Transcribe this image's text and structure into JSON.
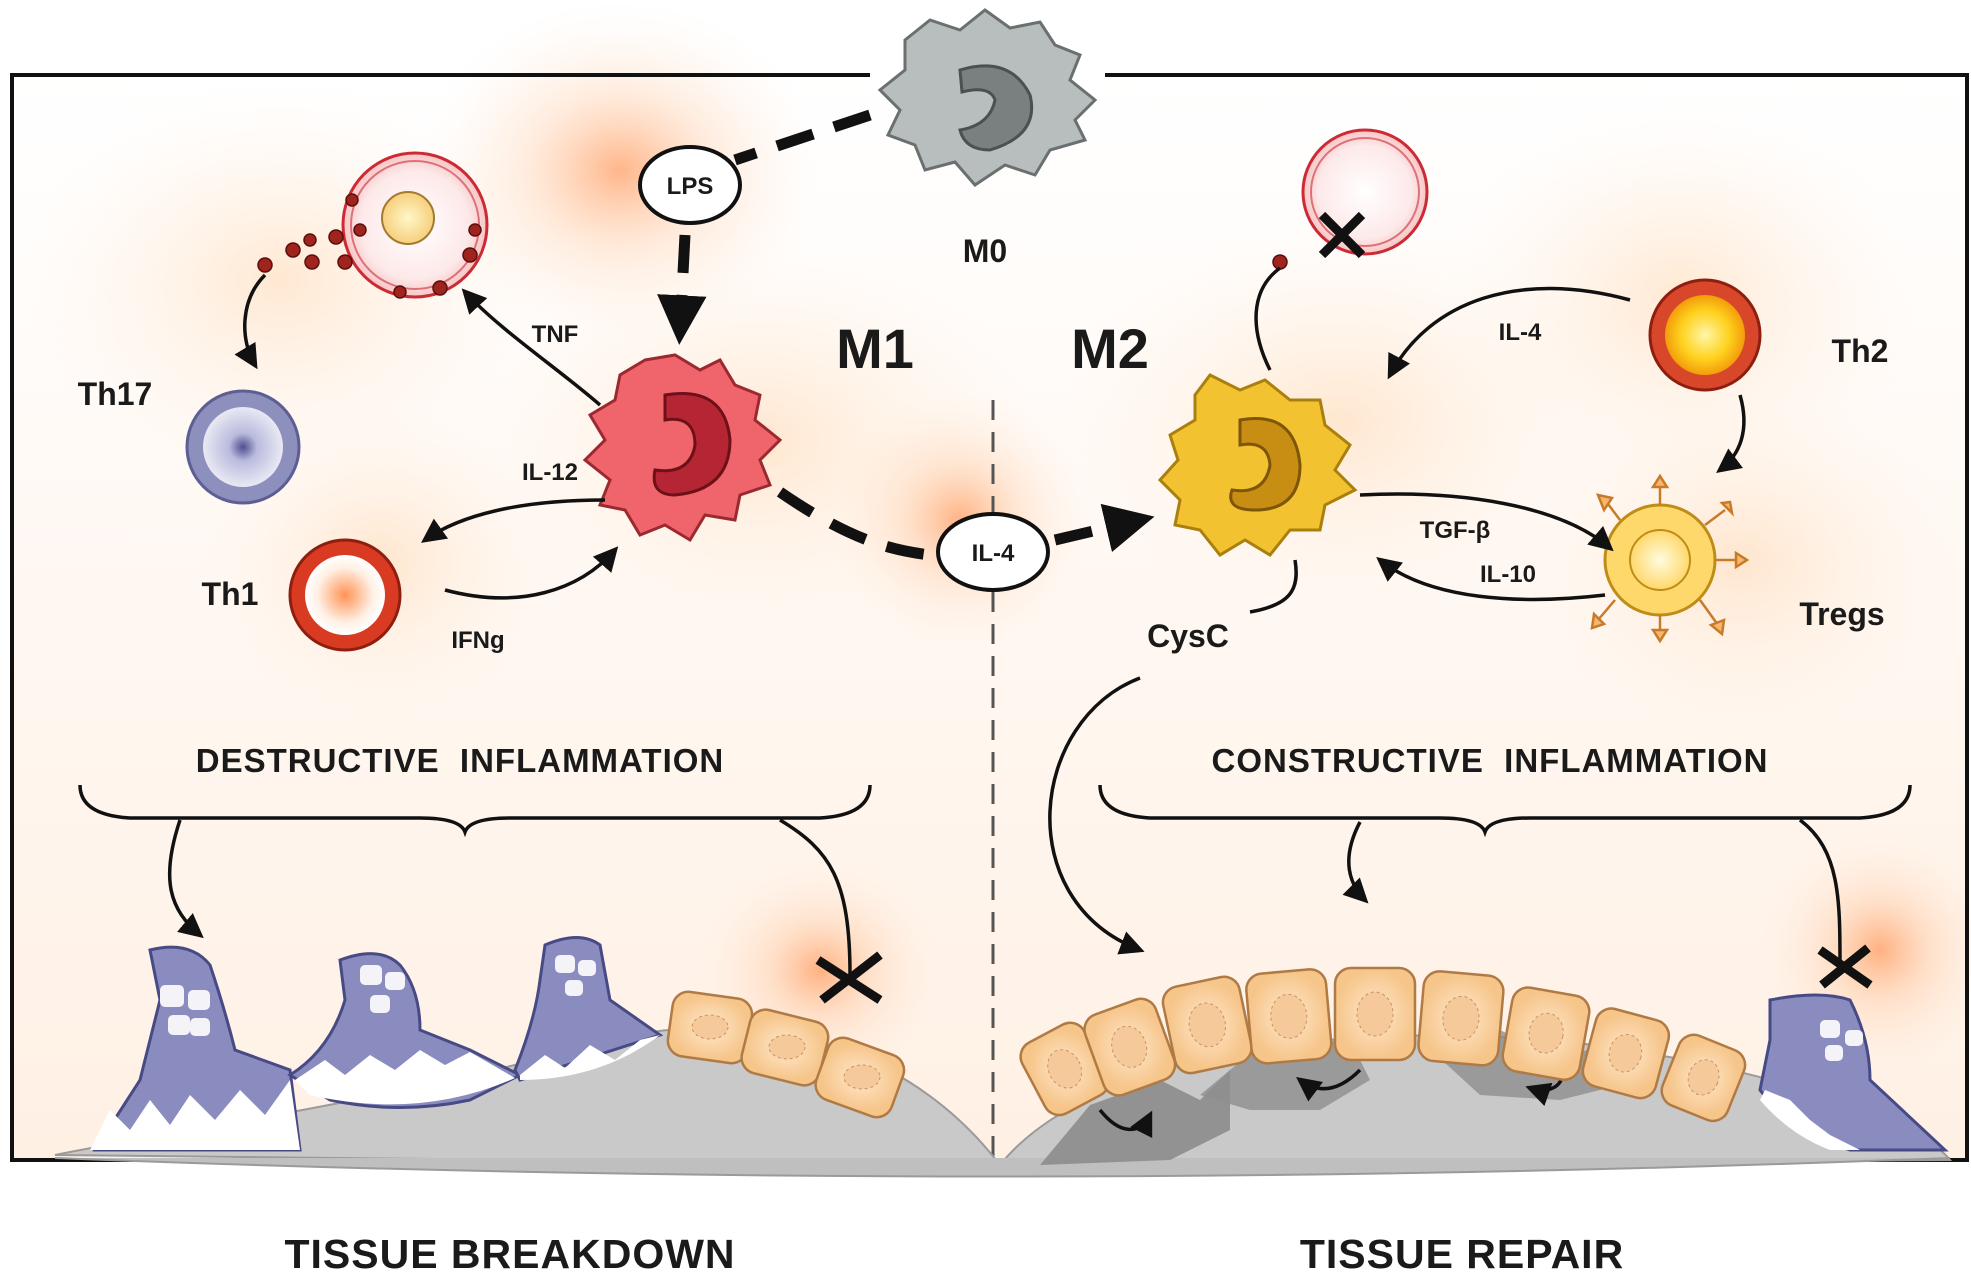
{
  "cells": {
    "m0": "M0",
    "m1": "M1",
    "m2": "M2",
    "th17": "Th17",
    "th1": "Th1",
    "th2": "Th2",
    "tregs": "Tregs"
  },
  "signals": {
    "lps": "LPS",
    "il4_center": "IL-4",
    "tnf": "TNF",
    "il12": "IL-12",
    "ifng": "IFNg",
    "il4_th2": "IL-4",
    "tgfb": "TGF-β",
    "il10": "IL-10",
    "cysc": "CysC"
  },
  "headings": {
    "destructive": "DESTRUCTIVE  INFLAMMATION",
    "constructive": "CONSTRUCTIVE  INFLAMMATION"
  },
  "footer": {
    "left": "TISSUE BREAKDOWN",
    "right": "TISSUE REPAIR"
  },
  "colors": {
    "m1_red": "#e8505a",
    "m2_yellow": "#f2c230",
    "m0_gray": "#b8bdbd",
    "th17_purple": "#8d8fbd",
    "osteoclast_purple": "#8a8cc0",
    "epithelial_peach": "#f6c995",
    "tissue_gray": "#c9c9c9",
    "glow_orange": "#ff8a3c"
  }
}
